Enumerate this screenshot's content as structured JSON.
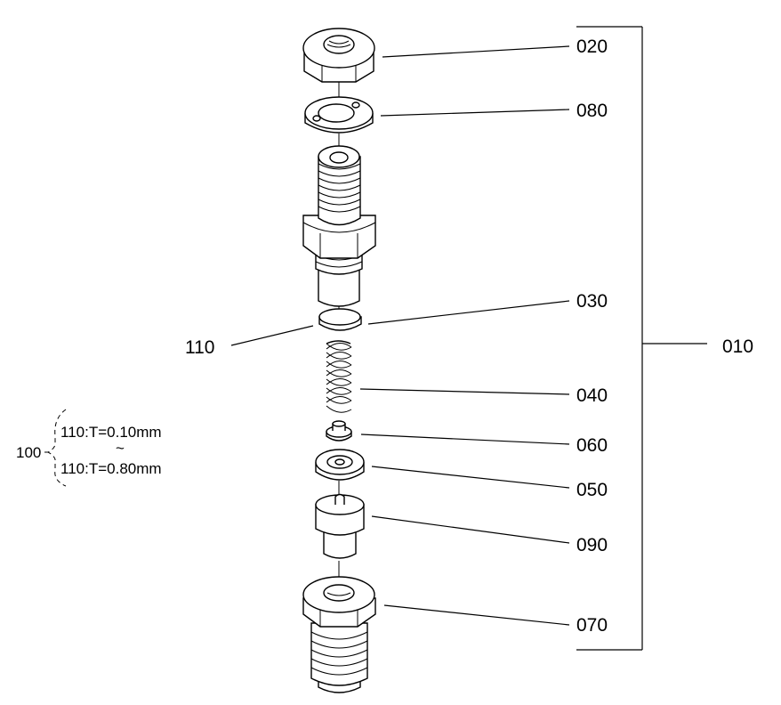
{
  "callouts": {
    "c020": "020",
    "c080": "080",
    "c030": "030",
    "c110": "110",
    "c010": "010",
    "c040": "040",
    "c060": "060",
    "c050": "050",
    "c090": "090",
    "c070": "070"
  },
  "note": {
    "group_id": "100",
    "line1": "110:T=0.10mm",
    "range_mark": "~",
    "line2": "110:T=0.80mm"
  }
}
